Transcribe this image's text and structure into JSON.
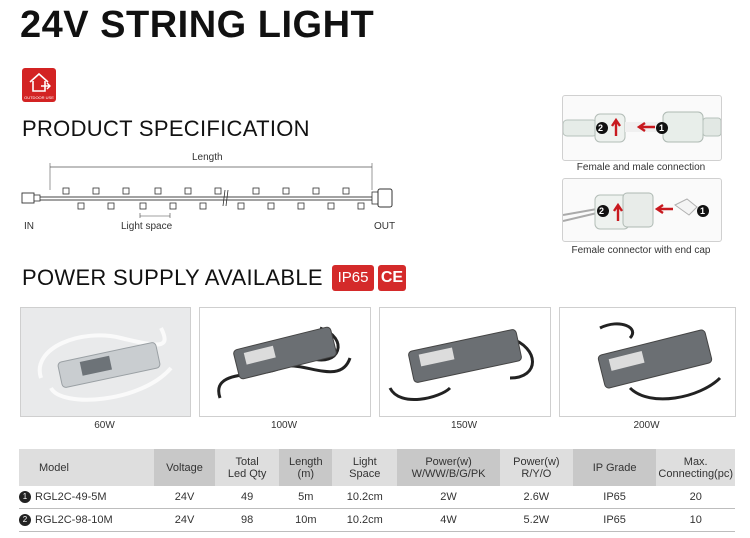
{
  "title": "24V STRING LIGHT",
  "outdoor_badge": {
    "label": "OUTDOOR USE",
    "icon": "house-outdoor-icon",
    "color": "#d32323"
  },
  "spec_heading": "PRODUCT SPECIFICATION",
  "diagram": {
    "length_label": "Length",
    "in_label": "IN",
    "out_label": "OUT",
    "space_label": "Light space"
  },
  "connections": [
    {
      "caption": "Female and male connection",
      "step1": "1",
      "step2": "2"
    },
    {
      "caption": "Female connector with end cap",
      "step1": "1",
      "step2": "2"
    }
  ],
  "power_heading": "POWER SUPPLY AVAILABLE",
  "certifications": [
    "IP65",
    "CE"
  ],
  "power_supplies": [
    {
      "caption": "60W"
    },
    {
      "caption": "100W"
    },
    {
      "caption": "150W"
    },
    {
      "caption": "200W"
    }
  ],
  "table": {
    "headers": [
      "Model",
      "Voltage",
      "Total\nLed Qty",
      "Length\n(m)",
      "Light\nSpace",
      "Power(w)\nW/WW/B/G/PK",
      "Power(w)\nR/Y/O",
      "IP Grade",
      "Max.\nConnecting(pc)"
    ],
    "rows": [
      {
        "num": "1",
        "model": "RGL2C-49-5M",
        "voltage": "24V",
        "led_qty": "49",
        "length": "5m",
        "space": "10.2cm",
        "power1": "2W",
        "power2": "2.6W",
        "ip": "IP65",
        "max": "20"
      },
      {
        "num": "2",
        "model": "RGL2C-98-10M",
        "voltage": "24V",
        "led_qty": "98",
        "length": "10m",
        "space": "10.2cm",
        "power1": "4W",
        "power2": "5.2W",
        "ip": "IP65",
        "max": "10"
      }
    ]
  },
  "colors": {
    "accent_red": "#d42a2a",
    "header_gray": "#c8c8c8"
  }
}
